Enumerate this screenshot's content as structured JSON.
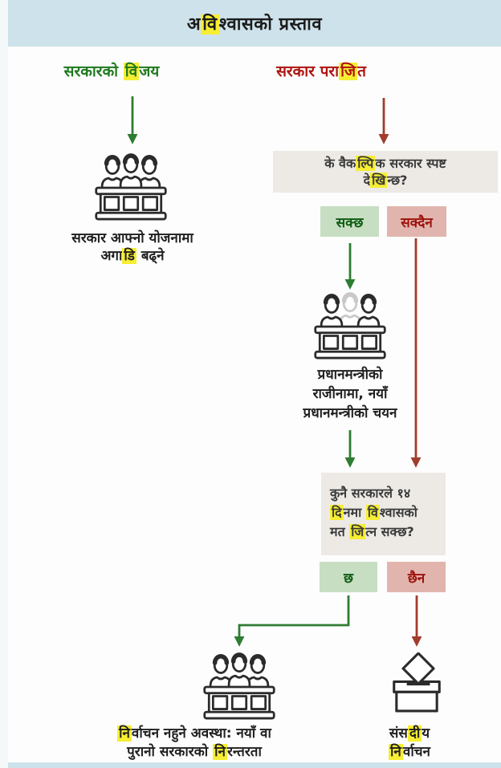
{
  "banner": {
    "title": {
      "s0": "अ",
      "s1": "वि",
      "s2": "श्वासको प्रस्ताव"
    }
  },
  "headers": {
    "left": {
      "s0": "सरकारको ",
      "s1": "वि",
      "s2": "जय"
    },
    "right": {
      "s0": "सरकार परा",
      "s1": "जि",
      "s2": "त"
    }
  },
  "left_branch": {
    "caption": {
      "line1": "सरकार आफ्नो योजनामा",
      "line2": {
        "s0": "अगा",
        "s1": "डि",
        "s2": " बढ्ने"
      }
    }
  },
  "right_branch": {
    "question1": {
      "line1": {
        "s0": "के वैक",
        "s1": "ल्पि",
        "s2": "क सरकार स्पष्ट"
      },
      "line2": {
        "s0": "दे",
        "s1": "खि",
        "s2": "न्छ?"
      }
    },
    "answer_can": "सक्छ",
    "answer_cannot": "सक्दैन",
    "pm_caption": {
      "line1": "प्रधानमन्त्रीको",
      "line2": "राजीनामा, नयाँ",
      "line3": "प्रधानमन्त्रीको चयन"
    },
    "question2": {
      "line1": "कुनै सरकारले १४",
      "line2": {
        "s0": "",
        "s1": "दि",
        "s2": "नमा ",
        "s3": "वि",
        "s4": "श्वासको"
      },
      "line3": {
        "s0": "मत ",
        "s1": "जि",
        "s2": "त्न सक्छ?"
      }
    },
    "answer_yes": "छ",
    "answer_no": "छैन"
  },
  "outcomes": {
    "continuity": {
      "line1": {
        "s0": "",
        "s1": "नि",
        "s2": "र्वाचन नहुने अवस्था: नयाँ वा"
      },
      "line2": {
        "s0": "पुरानो सरकारको ",
        "s1": "नि",
        "s2": "रन्तरता"
      }
    },
    "election": {
      "line1": {
        "s0": "संस",
        "s1": "दी",
        "s2": "य"
      },
      "line2": {
        "s0": "",
        "s1": "नि",
        "s2": "र्वाचन"
      }
    }
  },
  "icons": {
    "parliament": "parliament-bench-icon",
    "parliament_new_pm": "parliament-bench-faded-member-icon",
    "ballot": "ballot-box-icon"
  },
  "colors": {
    "banner_bg": "#cde2ea",
    "question_box_bg": "#edeae6",
    "yes_bg": "#c7dec3",
    "no_bg": "#e1b5ad",
    "green_text": "#1f7a1f",
    "red_text": "#ad1510",
    "arrow_green": "#2e7d32",
    "arrow_red": "#a13d2d",
    "highlight": "#f6ee33"
  }
}
